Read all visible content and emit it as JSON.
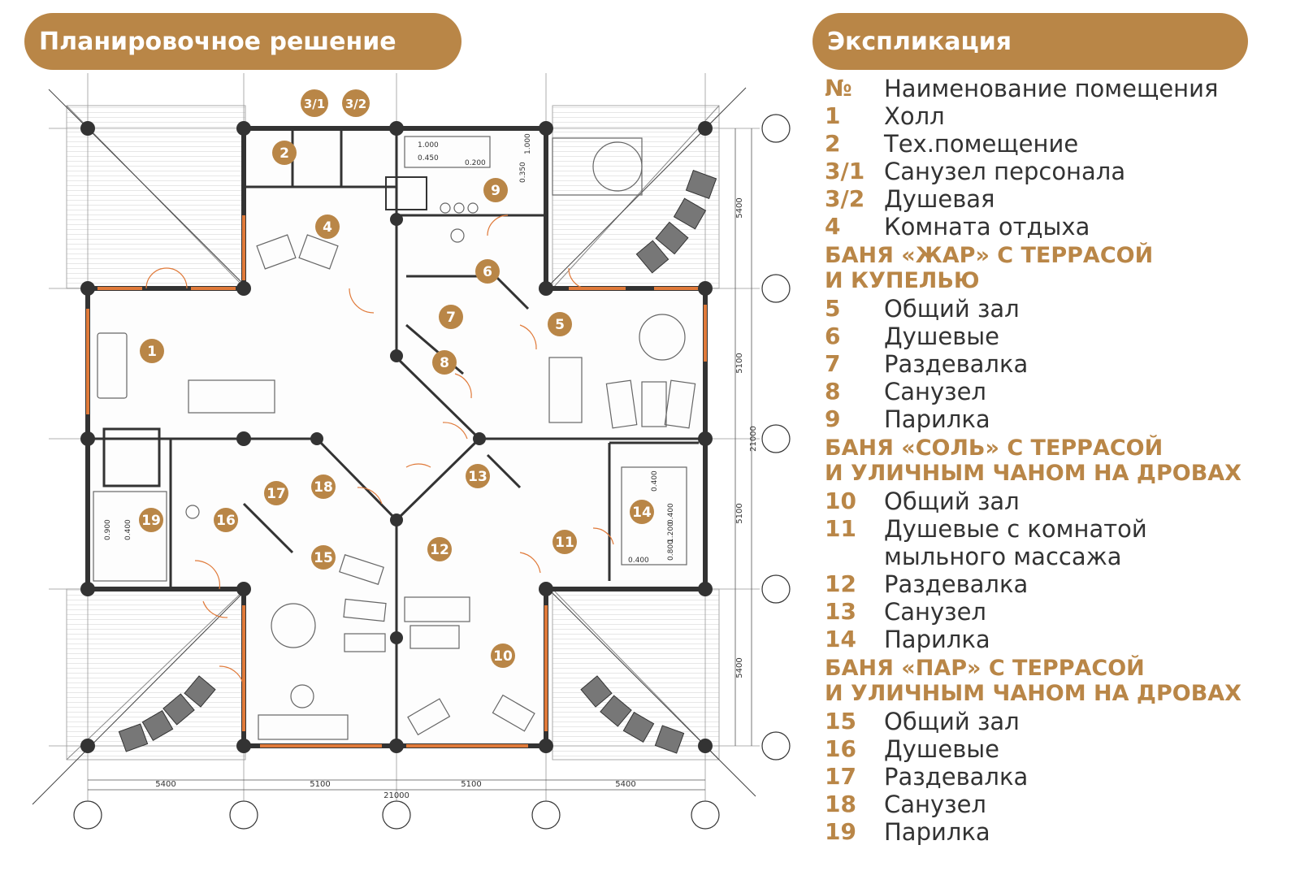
{
  "header": {
    "plan_title": "Планировочное решение",
    "legend_title": "Экспликация"
  },
  "legend": {
    "col_num": "№",
    "col_name": "Наименование помещения",
    "items_a": [
      {
        "num": "1",
        "name": "Холл"
      },
      {
        "num": "2",
        "name": "Тех.помещение"
      },
      {
        "num": "3/1",
        "name": "Санузел персонала"
      },
      {
        "num": "3/2",
        "name": "Душевая"
      },
      {
        "num": "4",
        "name": "Комната отдыха"
      }
    ],
    "section_1": {
      "line1": "БАНЯ «ЖАР» С ТЕРРАСОЙ",
      "line2": "И КУПЕЛЬЮ"
    },
    "items_b": [
      {
        "num": "5",
        "name": "Общий зал"
      },
      {
        "num": "6",
        "name": "Душевые"
      },
      {
        "num": "7",
        "name": "Раздевалка"
      },
      {
        "num": "8",
        "name": "Санузел"
      },
      {
        "num": "9",
        "name": "Парилка"
      }
    ],
    "section_2": {
      "line1": "БАНЯ «СОЛЬ» С ТЕРРАСОЙ",
      "line2": "И УЛИЧНЫМ ЧАНОМ НА ДРОВАХ"
    },
    "items_c": [
      {
        "num": "10",
        "name": "Общий зал"
      },
      {
        "num": "11",
        "name": "Душевые с комнатой мыльного массажа"
      },
      {
        "num": "12",
        "name": "Раздевалка"
      },
      {
        "num": "13",
        "name": "Санузел"
      },
      {
        "num": "14",
        "name": "Парилка"
      }
    ],
    "section_3": {
      "line1": "БАНЯ «ПАР» С ТЕРРАСОЙ",
      "line2": "И УЛИЧНЫМ ЧАНОМ НА ДРОВАХ"
    },
    "items_d": [
      {
        "num": "15",
        "name": "Общий зал"
      },
      {
        "num": "16",
        "name": "Душевые"
      },
      {
        "num": "17",
        "name": "Раздевалка"
      },
      {
        "num": "18",
        "name": "Санузел"
      },
      {
        "num": "19",
        "name": "Парилка"
      }
    ]
  },
  "plan": {
    "dim_bottom": [
      "5400",
      "5100",
      "5100",
      "5400"
    ],
    "dim_total": "21000",
    "dim_right": [
      "5400",
      "5100",
      "5100",
      "5400"
    ],
    "room_labels": [
      "1",
      "2",
      "3/1",
      "3/2",
      "4",
      "5",
      "6",
      "7",
      "8",
      "9",
      "10",
      "11",
      "12",
      "13",
      "14",
      "15",
      "16",
      "17",
      "18",
      "19"
    ],
    "furniture_labels": [
      "1.000",
      "0.450",
      "0.200",
      "0.350",
      "1.000",
      "0.900",
      "0.400",
      "0.400",
      "0.400",
      "1.200",
      "0.800",
      "0.400"
    ]
  },
  "colors": {
    "accent": "#b98647",
    "wall": "#333333",
    "window": "#e07a3a",
    "line": "#555555"
  }
}
